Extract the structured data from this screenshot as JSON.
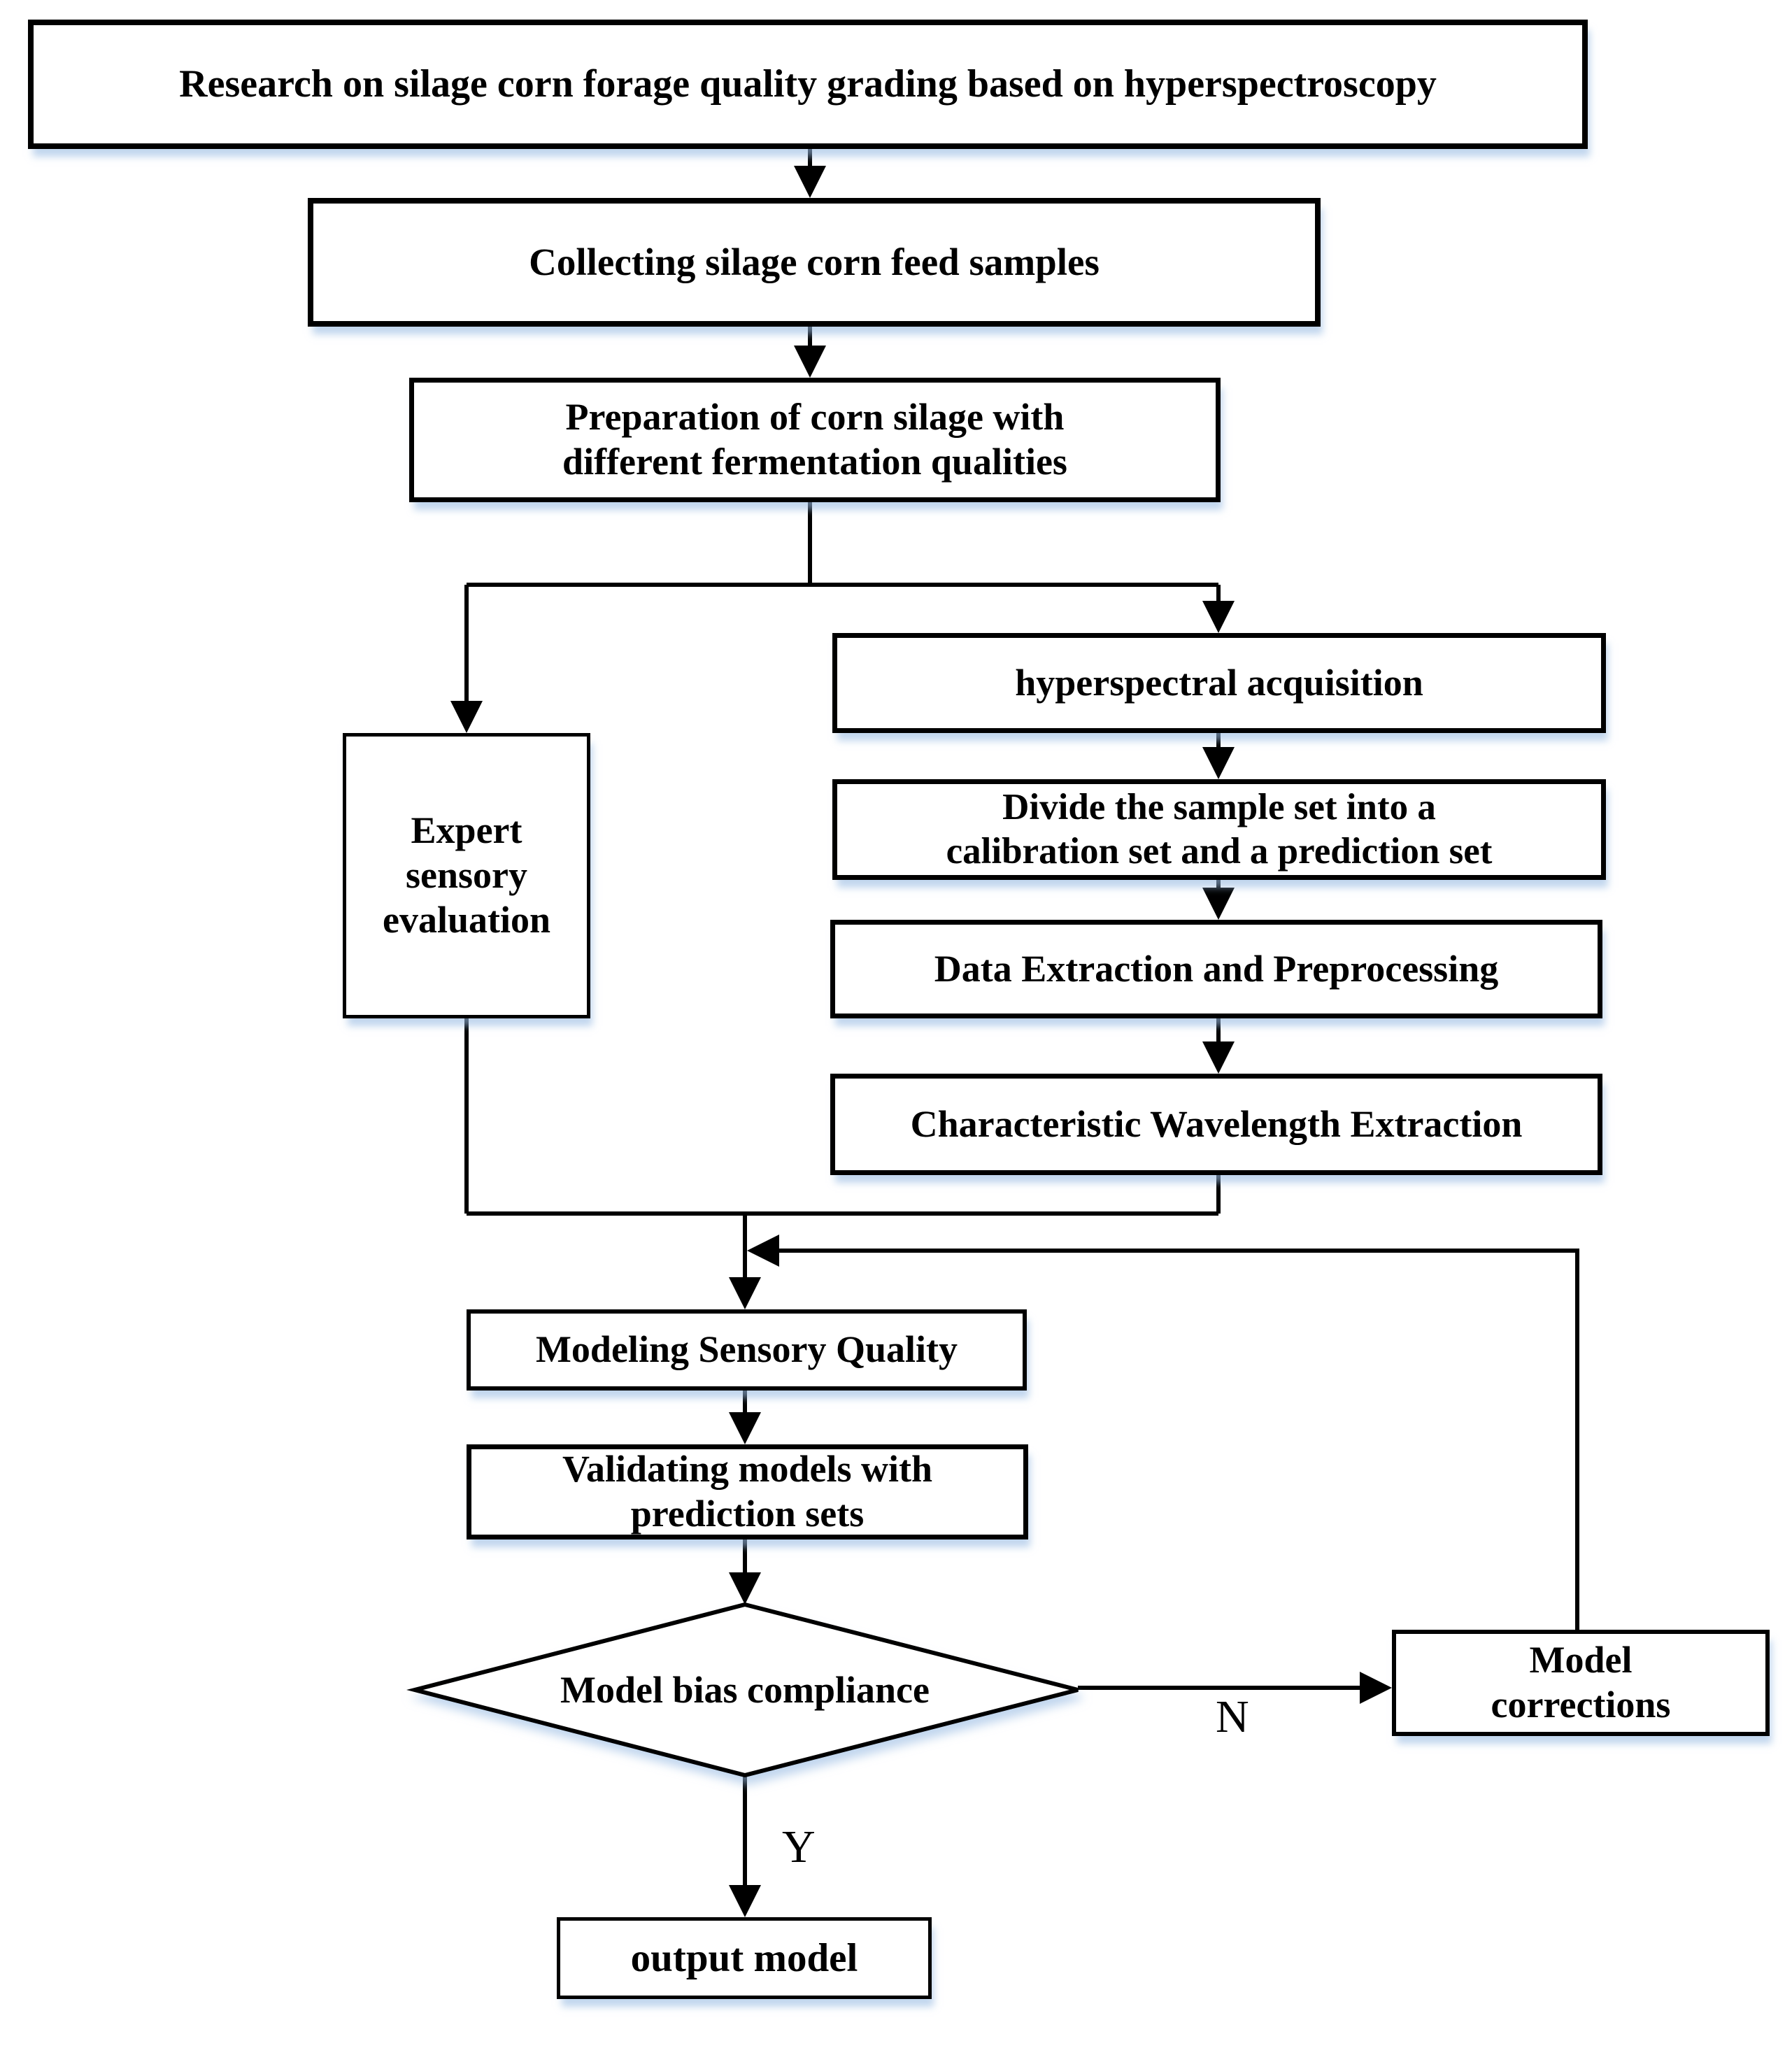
{
  "nodes": {
    "title": {
      "label": "Research on silage corn forage quality grading based on hyperspectroscopy"
    },
    "collect": {
      "label": "Collecting silage corn feed samples"
    },
    "prep": {
      "label": "Preparation of corn silage with\ndifferent fermentation qualities"
    },
    "expert": {
      "label": "Expert\nsensory\nevaluation"
    },
    "hyperspectral": {
      "label": "hyperspectral acquisition"
    },
    "divide": {
      "label": "Divide the sample set into a\ncalibration set and a prediction set"
    },
    "data_extraction": {
      "label": "Data Extraction and Preprocessing"
    },
    "wavelength": {
      "label": "Characteristic Wavelength Extraction"
    },
    "modeling": {
      "label": "Modeling Sensory Quality"
    },
    "validating": {
      "label": "Validating models with\nprediction sets"
    },
    "decision": {
      "label": "Model bias compliance"
    },
    "corrections": {
      "label": "Model\ncorrections"
    },
    "output": {
      "label": "output model"
    }
  },
  "edge_labels": {
    "no": "N",
    "yes": "Y"
  },
  "colors": {
    "line": "#000000",
    "node_fill": "#ffffff",
    "node_border": "#000000",
    "shadow": "#98bbe2",
    "background": "#ffffff"
  }
}
